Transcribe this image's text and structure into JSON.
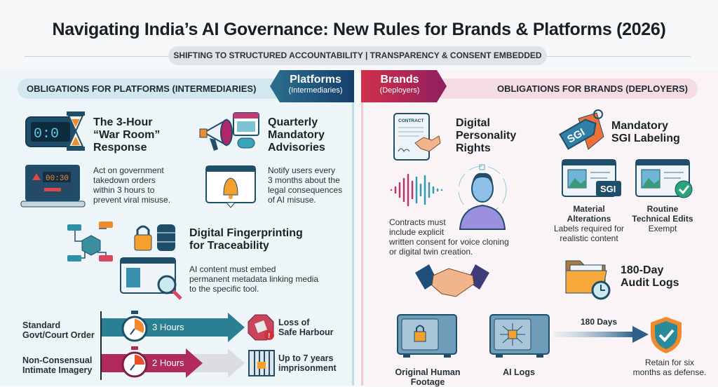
{
  "title": "Navigating India’s AI Governance: New Rules for Brands & Platforms (2026)",
  "subtitle": "SHIFTING TO STRUCTURED ACCOUNTABILITY | TRANSPARENCY & CONSENT EMBEDDED",
  "colors": {
    "platforms": "#1f4e79",
    "brands": "#b5294f",
    "teal": "#2a8a9a",
    "pink": "#b8285a"
  },
  "platforms": {
    "header": "OBLIGATIONS FOR PLATFORMS (INTERMEDIARIES)",
    "tab_title": "Platforms",
    "tab_sub": "(Intermediaries)",
    "items": [
      {
        "title_lines": [
          "The 3-Hour",
          "“War Room”",
          "Response"
        ],
        "desc_lines": [
          "Act on government",
          "takedown orders",
          "within 3 hours to",
          "prevent viral misuse."
        ],
        "icon": "clock-hourglass-icon",
        "icon2": "laptop-alert-icon",
        "clock_text": "0:0",
        "laptop_text": "00:30"
      },
      {
        "title_lines": [
          "Quarterly",
          "Mandatory",
          "Advisories"
        ],
        "desc_lines": [
          "Notify users every",
          "3 months about the",
          "legal consequences",
          "of AI misuse."
        ],
        "icon": "megaphone-calendar-icon",
        "icon2": "bell-window-icon"
      },
      {
        "title_lines": [
          "Digital Fingerprinting",
          "for Traceability"
        ],
        "desc_lines": [
          "AI content must embed",
          "permanent metadata linking media",
          "to the specific tool."
        ],
        "icon": "network-diagram-icon",
        "icon2": "magnifier-window-icon"
      }
    ],
    "timeline": [
      {
        "label_lines": [
          "Standard",
          "Govt/Court Order"
        ],
        "duration": "3 Hours",
        "consequence_lines": [
          "Loss of",
          "Safe Harbour"
        ]
      },
      {
        "label_lines": [
          "Non-Consensual",
          "Intimate Imagery"
        ],
        "duration": "2 Hours",
        "consequence_lines": [
          "Up to 7 years",
          "imprisonment"
        ]
      }
    ]
  },
  "brands": {
    "header": "OBLIGATIONS FOR BRANDS (DEPLOYERS)",
    "tab_title": "Brands",
    "tab_sub": "(Deployers)",
    "personality": {
      "title_lines": [
        "Digital",
        "Personality",
        "Rights"
      ],
      "contract_label": "CONTRACT",
      "desc_lines": [
        "Contracts must",
        "include explicit",
        "written consent for voice cloning",
        "or digital twin creation."
      ]
    },
    "sgi": {
      "title_lines": [
        "Mandatory",
        "SGI Labeling"
      ],
      "tag_text": "SGI",
      "cases": [
        {
          "title_lines": [
            "Material",
            "Alterations"
          ],
          "desc_lines": [
            "Labels required for",
            "realistic content"
          ],
          "badge": "SGI"
        },
        {
          "title_lines": [
            "Routine",
            "Technical Edits"
          ],
          "desc_lines": [
            "Exempt"
          ]
        }
      ]
    },
    "audit": {
      "title_lines": [
        "180-Day",
        "Audit Logs"
      ],
      "vaults": [
        "Original Human Footage",
        "AI Logs"
      ],
      "duration": "180 Days",
      "desc_lines": [
        "Retain for six",
        "months as defense."
      ]
    }
  }
}
